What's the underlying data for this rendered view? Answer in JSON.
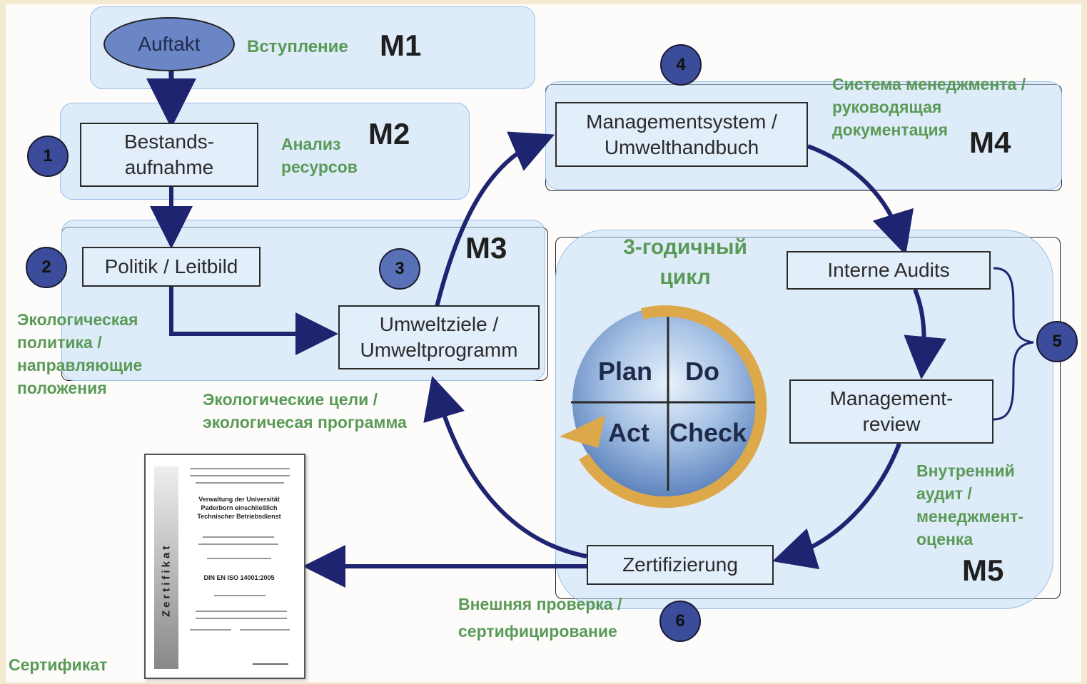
{
  "modules": {
    "m1": "M1",
    "m2": "M2",
    "m3": "M3",
    "m4": "M4",
    "m5": "M5"
  },
  "boxes": {
    "auftakt": "Auftakt",
    "bestandsaufnahme": "Bestands-\naufnahme",
    "politik": "Politik / Leitbild",
    "umweltziele": "Umweltziele /\nUmweltprogramm",
    "managementsystem": "Managementsystem /\nUmwelthandbuch",
    "interne_audits": "Interne Audits",
    "management_review": "Management-\nreview",
    "zertifizierung": "Zertifizierung"
  },
  "badges": [
    "1",
    "2",
    "3",
    "4",
    "5",
    "6"
  ],
  "russian_labels": {
    "vstuplenie": "Вступление",
    "analiz": "Анализ\nресурсов",
    "ekopolitika": "Экологическая\nполитика /\nнаправляющие\nположения",
    "ekocel": "Экологические цели /\nэкологичесая программа",
    "sistema": "Система менеджмента /\nруководящая\nдокументация",
    "cikl": "3-годичный\nцикл",
    "vnutrenniy": "Внутренний\nаудит /\nменеджмент-\nоценка",
    "vneshnyaya": "Внешняя проверка /\nсертифицирование",
    "sertifikat": "Сертификат"
  },
  "pdca": {
    "plan": "Plan",
    "do": "Do",
    "act": "Act",
    "check": "Check"
  },
  "certificate": {
    "vertical": "Zertifikat",
    "org": "Verwaltung der Universität\nPaderborn einschließlich\nTechnischer Betriebsdienst",
    "standard": "DIN EN ISO 14001:2005"
  },
  "colors": {
    "arrow": "#1e2470",
    "region": "#c4dcf6",
    "green_text": "#5a9a57",
    "badge": "#3a4c9a",
    "pdca_ring": "#dca84a"
  }
}
